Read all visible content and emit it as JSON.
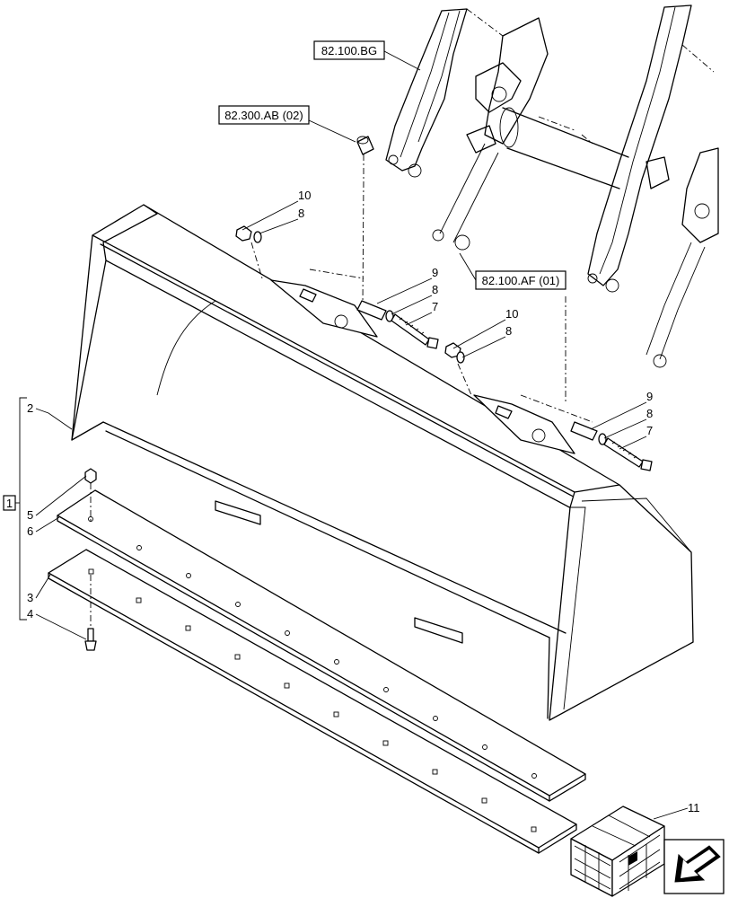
{
  "references": {
    "ref_bg": "82.100.BG",
    "ref_ab": "82.300.AB (02)",
    "ref_af": "82.100.AF (01)"
  },
  "callouts": {
    "c1": "1",
    "c2": "2",
    "c3": "3",
    "c4": "4",
    "c5": "5",
    "c6": "6",
    "c7a": "7",
    "c7b": "7",
    "c8a": "8",
    "c8b": "8",
    "c8c": "8",
    "c8d": "8",
    "c9a": "9",
    "c9b": "9",
    "c10a": "10",
    "c10b": "10",
    "c11": "11"
  },
  "icons": {
    "navigation": "arrow-down-left-icon",
    "crate": "shipping-crate-icon"
  }
}
